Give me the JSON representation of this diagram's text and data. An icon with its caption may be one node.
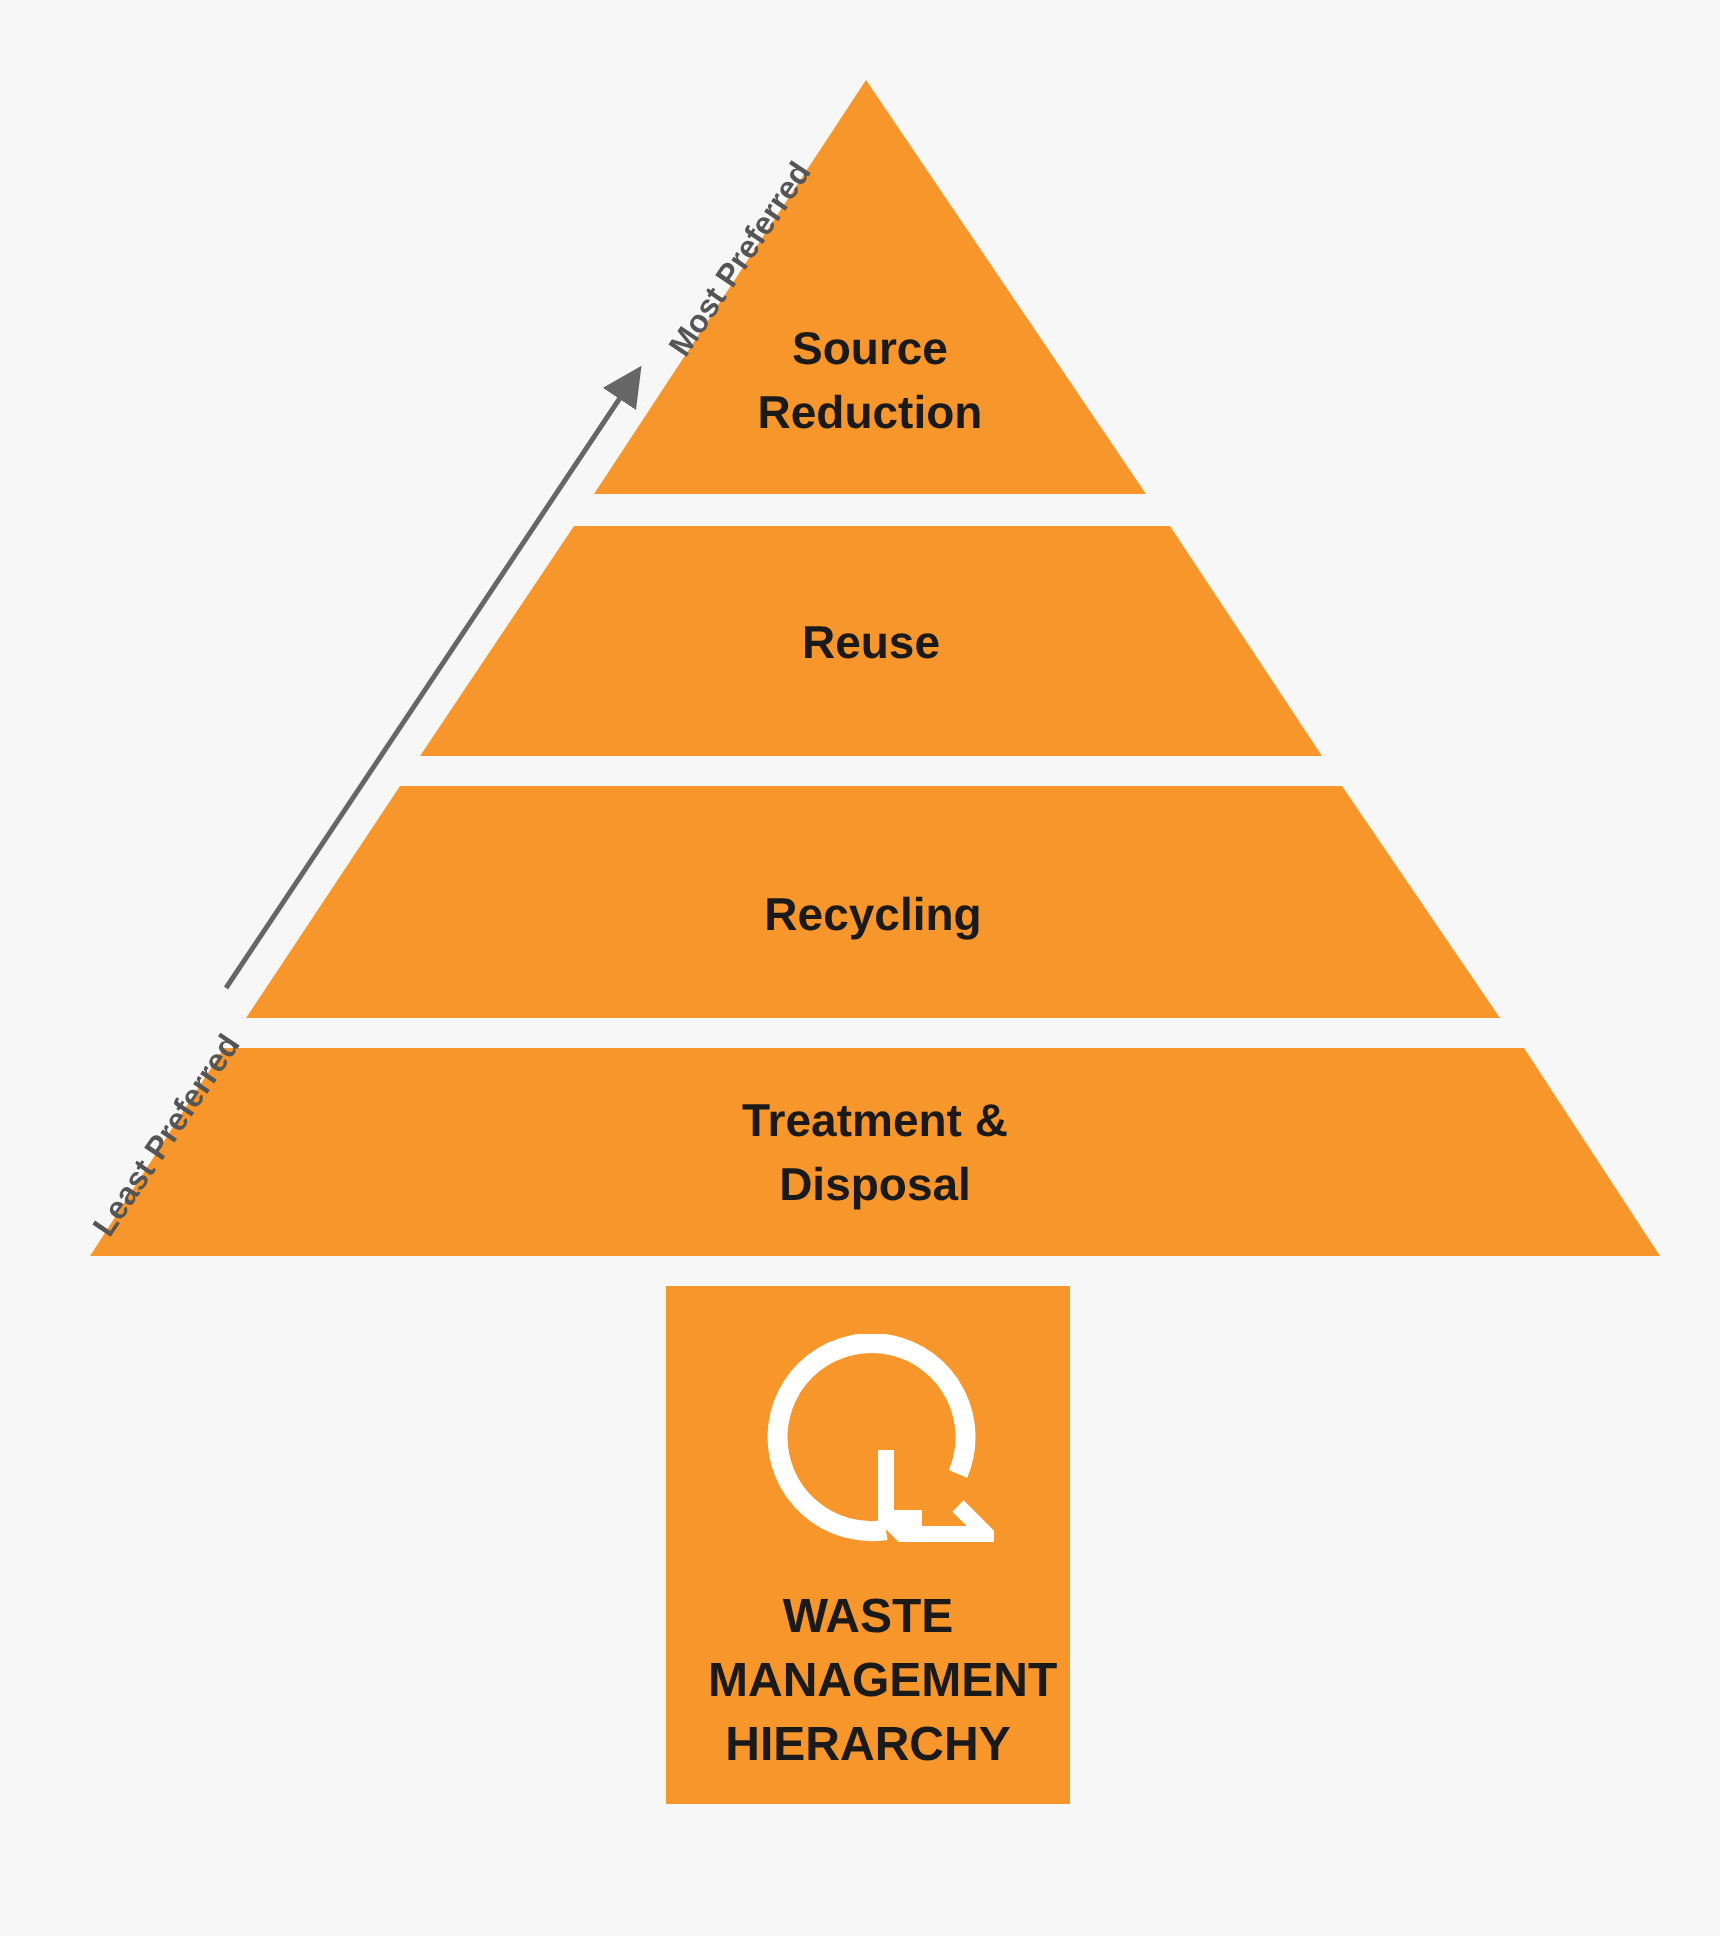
{
  "diagram": {
    "nodes": [
      {
        "text": [
          "Source Reduction"
        ]
      },
      {
        "text": [
          "Reuse"
        ]
      },
      {
        "text": [
          "Recycling"
        ]
      },
      {
        "text": [
          "Treatment & Disposal"
        ]
      },
      {
        "text": [
          "WASTE MANAGEMENT HIERARCHY"
        ]
      }
    ],
    "labels": [
      "Least Preferred",
      "Most Preferred"
    ]
  }
}
